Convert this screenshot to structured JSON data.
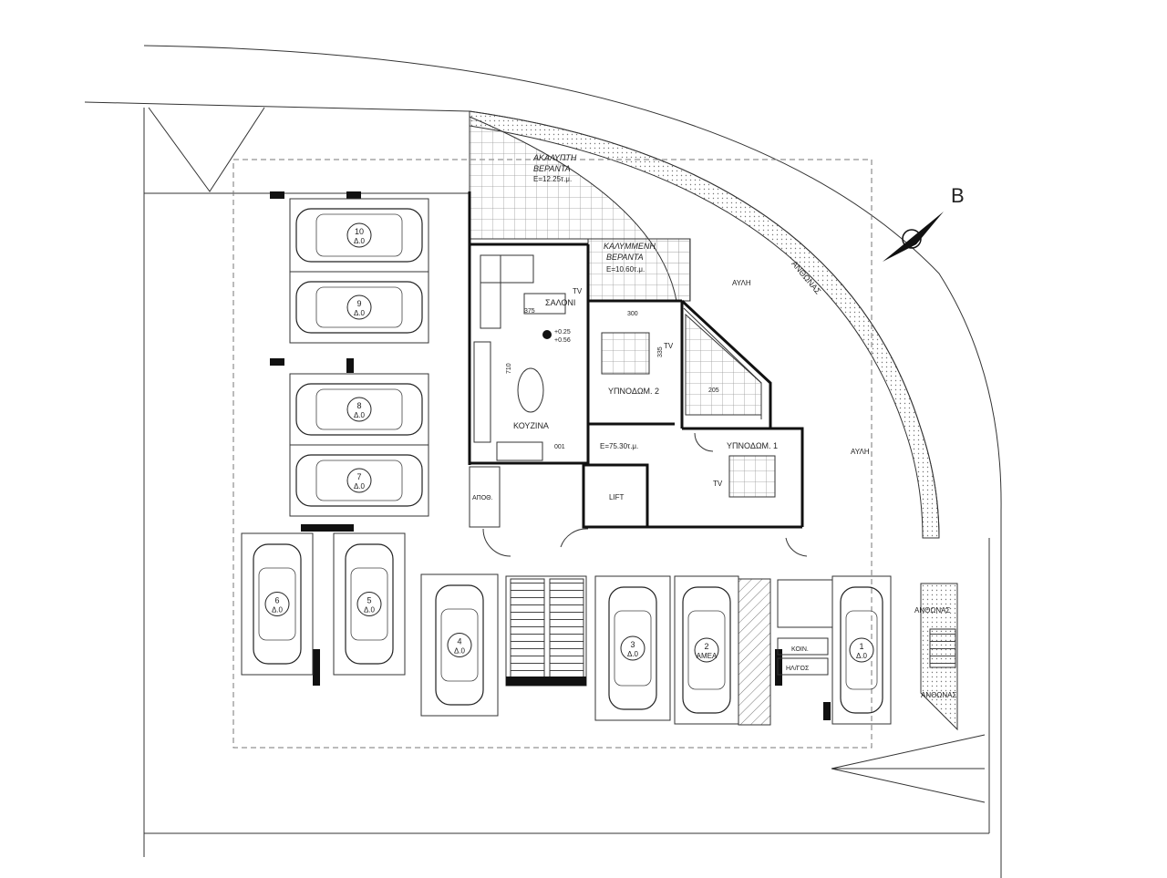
{
  "north": {
    "label": "B"
  },
  "rooms": {
    "open_veranda": {
      "title": "ΑΚΑΛΥΠΤΗ",
      "subtitle": "ΒΕΡΑΝΤΑ",
      "area": "E=12.25τ.μ."
    },
    "covered_veranda": {
      "title": "ΚΑΛΥΜΜΕΝΗ",
      "subtitle": "ΒΕΡΑΝΤΑ",
      "area": "E=10.60τ.μ."
    },
    "living": {
      "name": "ΣΑΛΟΝΙ",
      "tv": "TV",
      "dim": "375"
    },
    "level": {
      "upper": "+0.25",
      "lower": "+0.56"
    },
    "kitchen": {
      "name": "ΚΟΥΖΙΝΑ",
      "dim": "710"
    },
    "bedroom2": {
      "name": "ΥΠΝΟΔΩΜ. 2",
      "tv": "TV",
      "dim_w": "300",
      "dim_h": "335"
    },
    "bath": {
      "dim": "205"
    },
    "bedroom1": {
      "name": "ΥΠΝΟΔΩΜ. 1",
      "tv": "TV"
    },
    "apartment": {
      "area": "E=75.30τ.μ.",
      "code": "001"
    },
    "storage": {
      "name": "ΑΠΟΘ."
    },
    "lift": {
      "name": "LIFT"
    },
    "yard_top": {
      "name": "ΑΥΛΗ"
    },
    "yard_side": {
      "name": "ΑΥΛΗ"
    },
    "common": {
      "name": "ΚΟΙΝ."
    },
    "storage_small": {
      "name": "ΗΛ/ΓΟΣ"
    },
    "garden_top": {
      "name": "ΑΝΘΩΝΑΣ"
    },
    "garden_right_a": {
      "name": "ΑΝΘΩΝΑΣ"
    },
    "garden_right_b": {
      "name": "ΑΝΘΩΝΑΣ"
    }
  },
  "parking": [
    {
      "num": "10",
      "level": "Δ.0"
    },
    {
      "num": "9",
      "level": "Δ.0"
    },
    {
      "num": "8",
      "level": "Δ.0"
    },
    {
      "num": "7",
      "level": "Δ.0"
    },
    {
      "num": "6",
      "level": "Δ.0"
    },
    {
      "num": "5",
      "level": "Δ.0"
    },
    {
      "num": "4",
      "level": "Δ.0"
    },
    {
      "num": "3",
      "level": "Δ.0"
    },
    {
      "num": "2",
      "level": "ΑΜΕΑ"
    },
    {
      "num": "1",
      "level": "Δ.0"
    }
  ]
}
